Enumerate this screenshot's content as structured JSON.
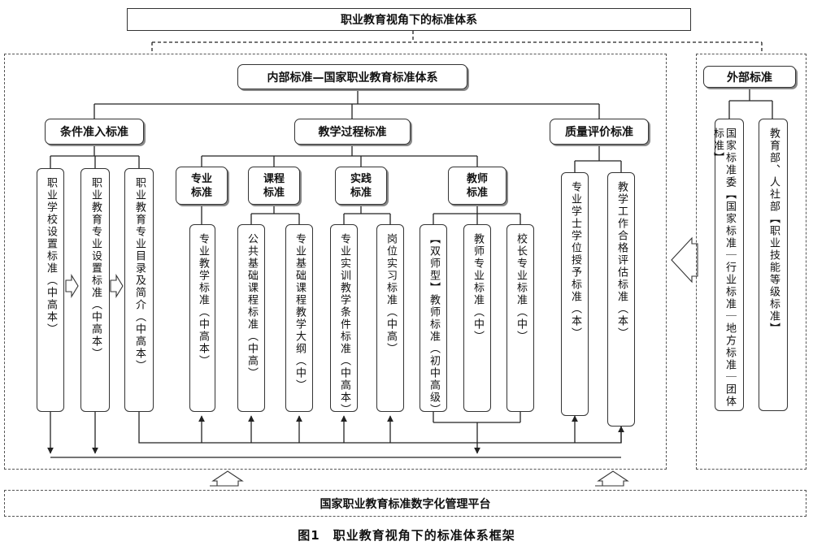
{
  "title": "职业教育视角下的标准体系",
  "internal": {
    "title": "内部标准—国家职业教育标准体系",
    "categories": [
      "条件准入标准",
      "教学过程标准",
      "质量评价标准"
    ],
    "condition_items": [
      "职业学校设置标准（中高本）",
      "职业教育专业设置标准（中高本）",
      "职业教育专业目录及简介（中高本）"
    ],
    "subcategories": [
      "专业标准",
      "课程标准",
      "实践标准",
      "教师标准"
    ],
    "teaching_items": [
      "专业教学标准（中高本）",
      "公共基础课程标准（中高）",
      "专业基础课程教学大纲（中）",
      "专业实训教学条件标准（中高本）",
      "岗位实习标准（中高）",
      "【双师型】教师标准（初中高级）",
      "教师专业标准（中）",
      "校长专业标准（中）"
    ],
    "quality_items": [
      "专业学士学位授予标准（本）",
      "教学工作合格评估标准（本）"
    ]
  },
  "external": {
    "title": "外部标准",
    "items": [
      "国家标准委【国家标准｜行业标准｜地方标准｜团体标准】",
      "教育部、人社部【职业技能等级标准】"
    ]
  },
  "platform": "国家职业教育标准数字化管理平台",
  "caption": "图1　职业教育视角下的标准体系框架"
}
